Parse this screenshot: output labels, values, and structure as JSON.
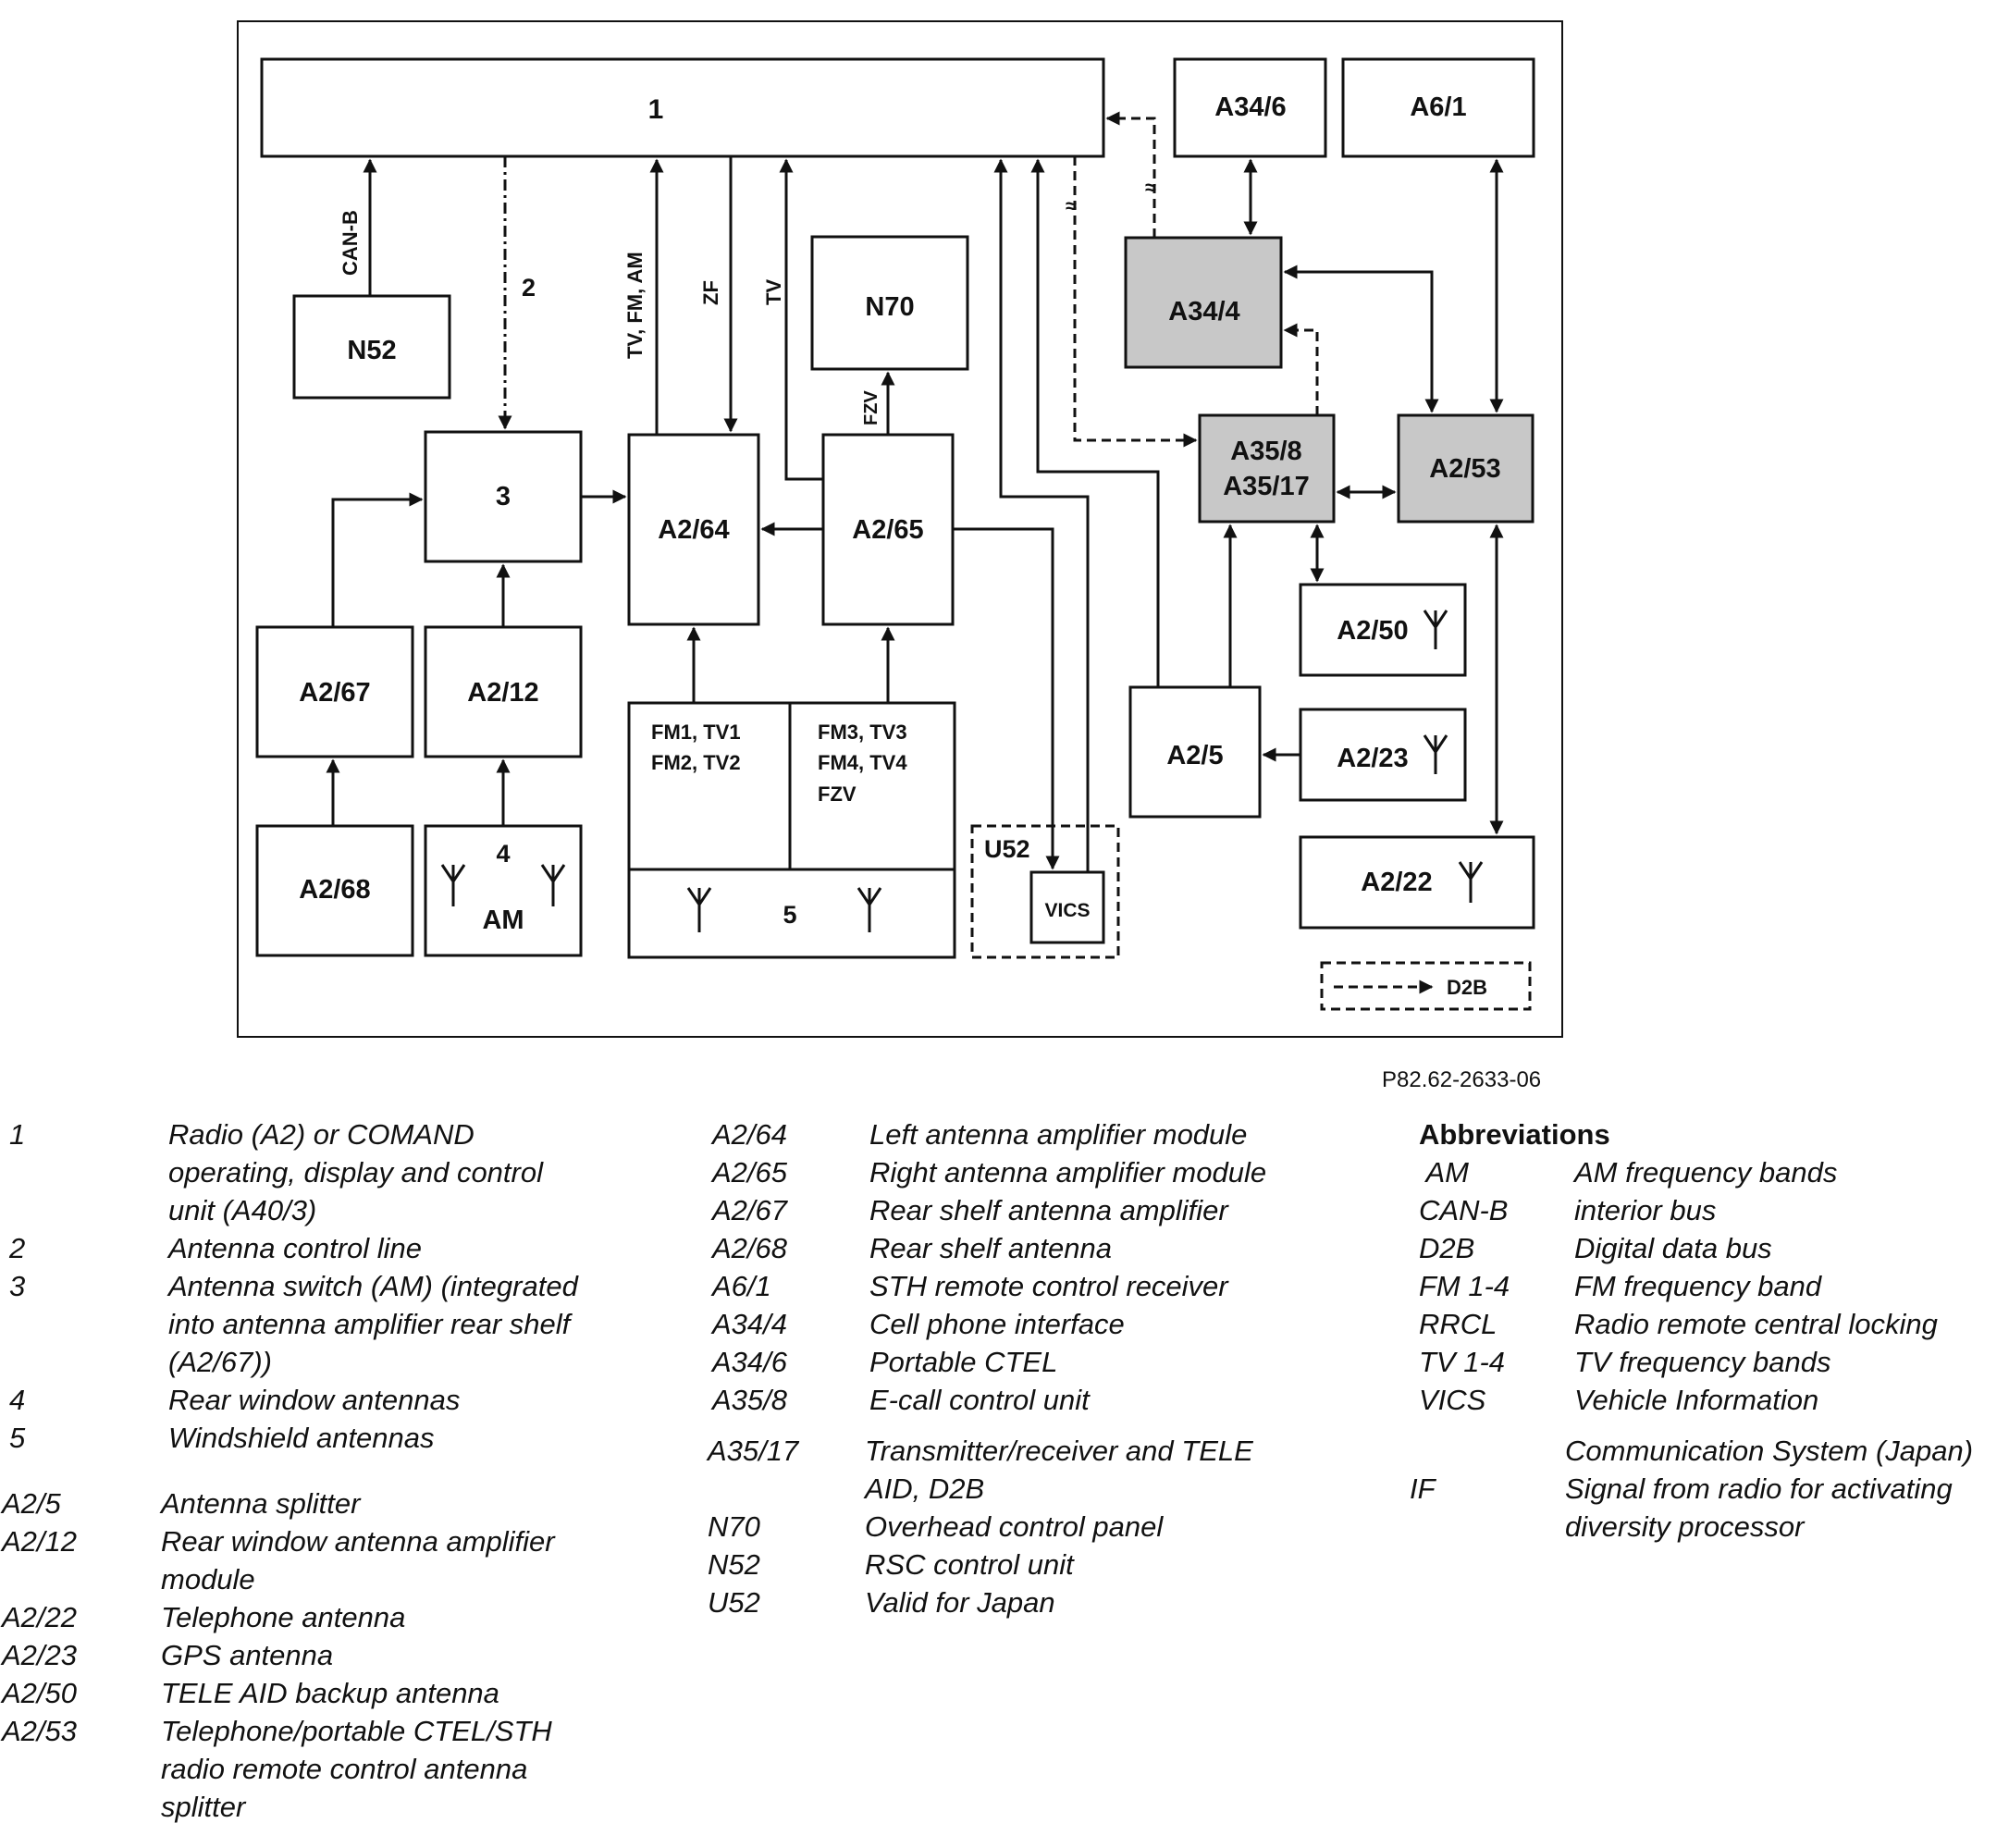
{
  "diagram": {
    "blocks": {
      "b1": "1",
      "a34_6": "A34/6",
      "a6_1": "A6/1",
      "a34_4": "A34/4",
      "n52": "N52",
      "n70": "N70",
      "b3": "3",
      "a2_64": "A2/64",
      "a2_65": "A2/65",
      "a35": "A35/8",
      "a35b": "A35/17",
      "a2_53": "A2/53",
      "a2_50": "A2/50",
      "a2_67": "A2/67",
      "a2_12": "A2/12",
      "a2_5": "A2/5",
      "a2_23": "A2/23",
      "a2_68": "A2/68",
      "b4": "4",
      "am": "AM",
      "fm_left_1": "FM1, TV1",
      "fm_left_2": "FM2, TV2",
      "fm_right_1": "FM3, TV3",
      "fm_right_2": "FM4, TV4",
      "fm_right_3": "FZV",
      "b5": "5",
      "u52": "U52",
      "vics": "VICS",
      "a2_22": "A2/22",
      "d2b": "D2B"
    },
    "line_labels": {
      "can_b": "CAN-B",
      "two": "2",
      "tv_fm_am": "TV, FM, AM",
      "zf": "ZF",
      "tv": "TV",
      "fzv": "FZV"
    },
    "reference": "P82.62-2633-06"
  },
  "legend": {
    "col1_numbers": [
      {
        "key": "1",
        "lines": [
          "Radio (A2) or COMAND",
          "operating, display and control",
          "unit (A40/3)"
        ]
      },
      {
        "key": "2",
        "lines": [
          "Antenna control line"
        ]
      },
      {
        "key": "3",
        "lines": [
          "Antenna switch (AM) (integrated",
          "into antenna amplifier rear shelf",
          "(A2/67))"
        ]
      },
      {
        "key": "4",
        "lines": [
          "Rear window antennas"
        ]
      },
      {
        "key": "5",
        "lines": [
          "Windshield antennas"
        ]
      }
    ],
    "col1_codes": [
      {
        "key": "A2/5",
        "lines": [
          "Antenna splitter"
        ]
      },
      {
        "key": "A2/12",
        "lines": [
          "Rear window antenna amplifier",
          "module"
        ]
      },
      {
        "key": "A2/22",
        "lines": [
          "Telephone antenna"
        ]
      },
      {
        "key": "A2/23",
        "lines": [
          "GPS antenna"
        ]
      },
      {
        "key": "A2/50",
        "lines": [
          "TELE AID backup antenna"
        ]
      },
      {
        "key": "A2/53",
        "lines": [
          "Telephone/portable CTEL/STH",
          "radio remote control antenna",
          "splitter"
        ]
      }
    ],
    "col2_a": [
      {
        "key": "A2/64",
        "lines": [
          "Left antenna amplifier module"
        ]
      },
      {
        "key": "A2/65",
        "lines": [
          "Right antenna amplifier module"
        ]
      },
      {
        "key": "A2/67",
        "lines": [
          "Rear shelf antenna amplifier"
        ]
      },
      {
        "key": "A2/68",
        "lines": [
          "Rear shelf antenna"
        ]
      },
      {
        "key": "A6/1",
        "lines": [
          "STH remote control receiver"
        ]
      },
      {
        "key": "A34/4",
        "lines": [
          "Cell phone interface"
        ]
      },
      {
        "key": "A34/6",
        "lines": [
          "Portable CTEL"
        ]
      },
      {
        "key": "A35/8",
        "lines": [
          "E-call control unit"
        ]
      }
    ],
    "col2_b": [
      {
        "key": "A35/17",
        "lines": [
          "Transmitter/receiver and TELE",
          "AID, D2B"
        ]
      },
      {
        "key": "N70",
        "lines": [
          "Overhead control panel"
        ]
      },
      {
        "key": "N52",
        "lines": [
          "RSC control unit"
        ]
      },
      {
        "key": "U52",
        "lines": [
          "Valid for Japan"
        ]
      }
    ],
    "abbreviations_title": "Abbreviations",
    "col3_a": [
      {
        "key": " AM",
        "lines": [
          "AM frequency bands"
        ]
      },
      {
        "key": "CAN-B",
        "lines": [
          "interior bus"
        ]
      },
      {
        "key": "D2B",
        "lines": [
          "Digital data bus"
        ]
      },
      {
        "key": "FM 1-4",
        "lines": [
          "FM frequency band"
        ]
      },
      {
        "key": "RRCL",
        "lines": [
          "Radio remote central locking"
        ]
      },
      {
        "key": "TV 1-4",
        "lines": [
          "TV frequency bands"
        ]
      },
      {
        "key": "VICS",
        "lines": [
          "Vehicle Information"
        ]
      }
    ],
    "col3_b": [
      {
        "key": "",
        "lines": [
          "Communication System (Japan)"
        ]
      },
      {
        "key": "IF",
        "lines": [
          "Signal from radio for activating",
          "diversity processor"
        ]
      }
    ]
  }
}
